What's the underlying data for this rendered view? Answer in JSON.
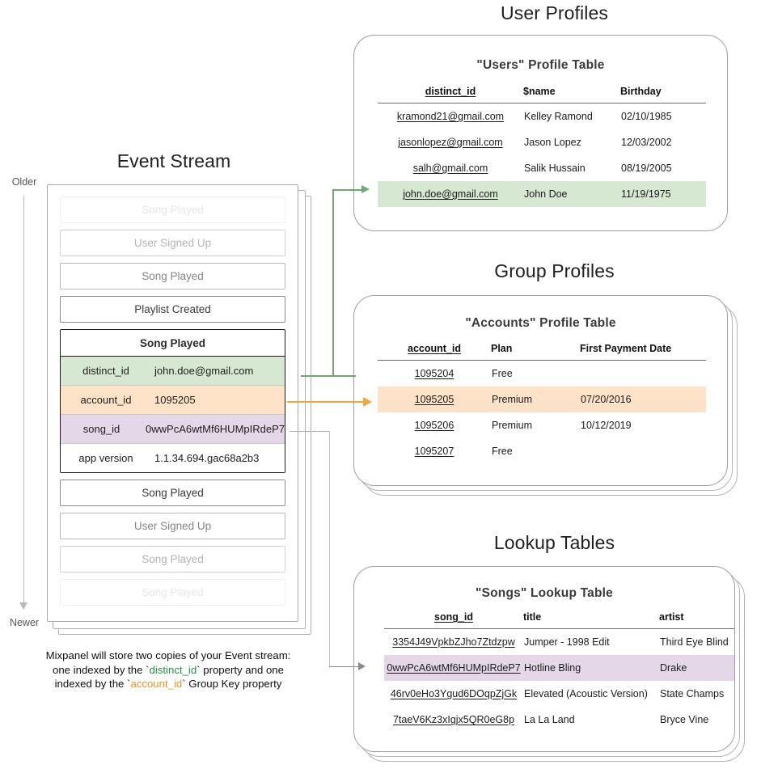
{
  "sections": {
    "user_profiles_title": "User Profiles",
    "group_profiles_title": "Group Profiles",
    "lookup_tables_title": "Lookup Tables",
    "event_stream_title": "Event Stream"
  },
  "timeline": {
    "older_label": "Older",
    "newer_label": "Newer"
  },
  "event_stream": {
    "rows_above": [
      {
        "label": "Song Played",
        "fade": "f-90"
      },
      {
        "label": "User Signed Up",
        "fade": "f-60"
      },
      {
        "label": "Song Played",
        "fade": "f-30"
      },
      {
        "label": "Playlist Created",
        "fade": "f-0"
      }
    ],
    "expanded_event": {
      "title": "Song Played",
      "properties": [
        {
          "key": "distinct_id",
          "value": "john.doe@gmail.com",
          "highlight": "green"
        },
        {
          "key": "account_id",
          "value": "1095205",
          "highlight": "orange"
        },
        {
          "key": "song_id",
          "value": "0wwPcA6wtMf6HUMpIRdeP7",
          "highlight": "purple"
        },
        {
          "key": "app version",
          "value": "1.1.34.694.gac68a2b3",
          "highlight": "none"
        }
      ]
    },
    "rows_below": [
      {
        "label": "Song Played",
        "fade": "f-0"
      },
      {
        "label": "User Signed Up",
        "fade": "f-30"
      },
      {
        "label": "Song Played",
        "fade": "f-60"
      },
      {
        "label": "Song Played",
        "fade": "f-90"
      }
    ]
  },
  "caption": {
    "line1": "Mixpanel will store two copies of your Event stream:",
    "line2_a": "one indexed by the `",
    "line2_key": "distinct_id",
    "line2_b": "` property and one",
    "line3_a": "indexed by the `",
    "line3_key": "account_id",
    "line3_b": "` Group Key property"
  },
  "users_table": {
    "title": "\"Users\" Profile Table",
    "columns": [
      "distinct_id",
      "$name",
      "Birthday"
    ],
    "rows": [
      {
        "cells": [
          "kramond21@gmail.com",
          "Kelley Ramond",
          "02/10/1985"
        ],
        "highlight": "none"
      },
      {
        "cells": [
          "jasonlopez@gmail.com",
          "Jason Lopez",
          "12/03/2002"
        ],
        "highlight": "none"
      },
      {
        "cells": [
          "salh@gmail.com",
          "Salik Hussain",
          "08/19/2005"
        ],
        "highlight": "none"
      },
      {
        "cells": [
          "john.doe@gmail.com",
          "John Doe",
          "11/19/1975"
        ],
        "highlight": "green"
      }
    ]
  },
  "accounts_table": {
    "title": "\"Accounts\" Profile Table",
    "columns": [
      "account_id",
      "Plan",
      "First Payment Date"
    ],
    "rows": [
      {
        "cells": [
          "1095204",
          "Free",
          ""
        ],
        "highlight": "none"
      },
      {
        "cells": [
          "1095205",
          "Premium",
          "07/20/2016"
        ],
        "highlight": "orange"
      },
      {
        "cells": [
          "1095206",
          "Premium",
          "10/12/2019"
        ],
        "highlight": "none"
      },
      {
        "cells": [
          "1095207",
          "Free",
          ""
        ],
        "highlight": "none"
      }
    ]
  },
  "songs_table": {
    "title": "\"Songs\" Lookup Table",
    "columns": [
      "song_id",
      "title",
      "artist"
    ],
    "rows": [
      {
        "cells": [
          "3354J49VpkbZJho7Ztdzpw",
          "Jumper - 1998 Edit",
          "Third Eye Blind"
        ],
        "highlight": "none"
      },
      {
        "cells": [
          "0wwPcA6wtMf6HUMpIRdeP7",
          "Hotline Bling",
          "Drake"
        ],
        "highlight": "purple"
      },
      {
        "cells": [
          "46rv0eHo3Ygud6DOqpZjGk",
          "Elevated (Acoustic Version)",
          "State Champs"
        ],
        "highlight": "none"
      },
      {
        "cells": [
          "7taeV6Kz3xIgjx5QR0eG8p",
          "La La Land",
          "Bryce Vine"
        ],
        "highlight": "none"
      }
    ]
  },
  "colors": {
    "green": "#d7e8d2",
    "orange": "#fde2c7",
    "purple": "#e4d8e8",
    "green_line": "#6aaa6e",
    "orange_line": "#efa73c",
    "purple_line": "#c9b6d4",
    "gray_line": "#8a8a8a"
  }
}
